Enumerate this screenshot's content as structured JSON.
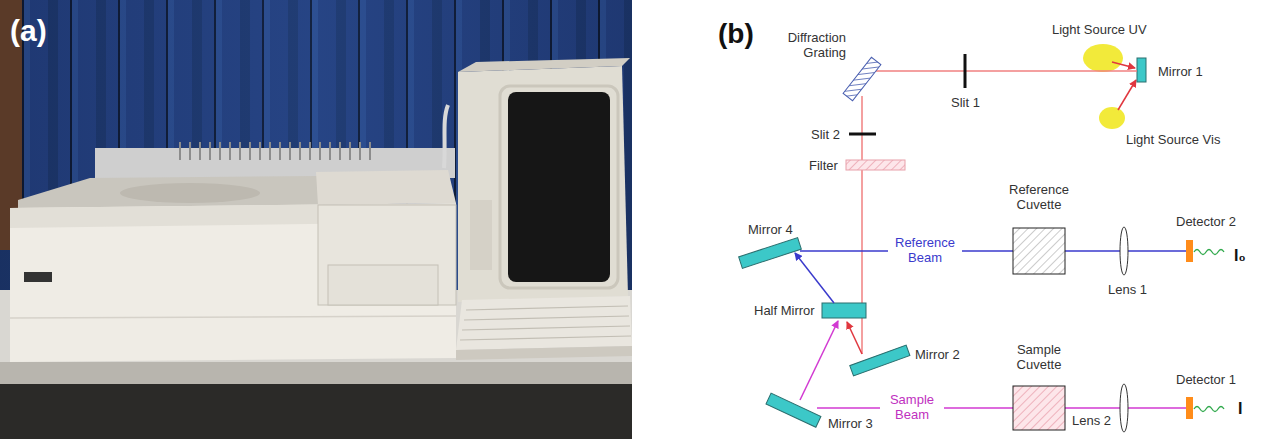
{
  "diagram": {
    "labels": [
      "(a)",
      "(b)",
      "Light Source UV",
      "Mirror 1",
      "Light Source Vis",
      "Diffraction Grating",
      "Slit 1",
      "Slit 2",
      "Filter",
      "Reference Cuvette",
      "Detector 2",
      "I₀",
      "Mirror 4",
      "Reference Beam",
      "Lens 1",
      "Half Mirror",
      "Mirror 2",
      "Mirror 3",
      "Sample Beam",
      "Sample Cuvette",
      "Lens 2",
      "Detector 1",
      "I"
    ]
  }
}
